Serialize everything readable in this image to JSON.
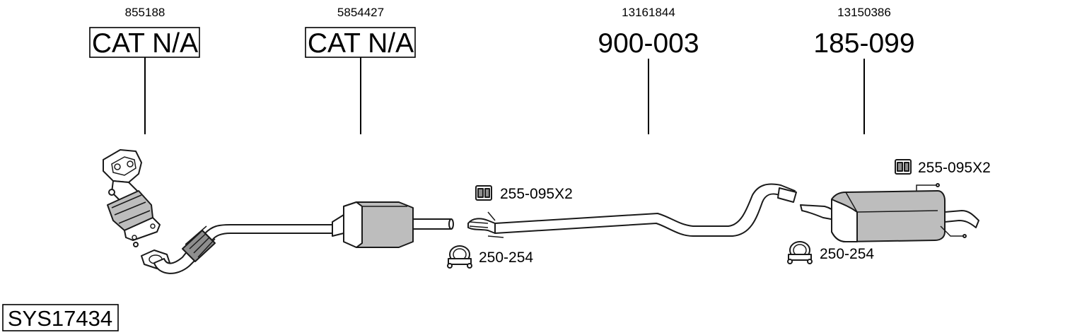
{
  "diagram": {
    "system_code": "SYS17434",
    "parts": [
      {
        "oe_number": "855188",
        "label": "CAT N/A",
        "boxed": true
      },
      {
        "oe_number": "5854427",
        "label": "CAT N/A",
        "boxed": true
      },
      {
        "oe_number": "13161844",
        "label": "900-003",
        "boxed": false
      },
      {
        "oe_number": "13150386",
        "label": "185-099",
        "boxed": false
      }
    ],
    "accessories": [
      {
        "code": "255-095X2",
        "icon": "rubber-mount-icon"
      },
      {
        "code": "250-254",
        "icon": "pipe-clamp-icon"
      },
      {
        "code": "255-095X2",
        "icon": "rubber-mount-icon"
      },
      {
        "code": "250-254",
        "icon": "pipe-clamp-icon"
      }
    ]
  }
}
